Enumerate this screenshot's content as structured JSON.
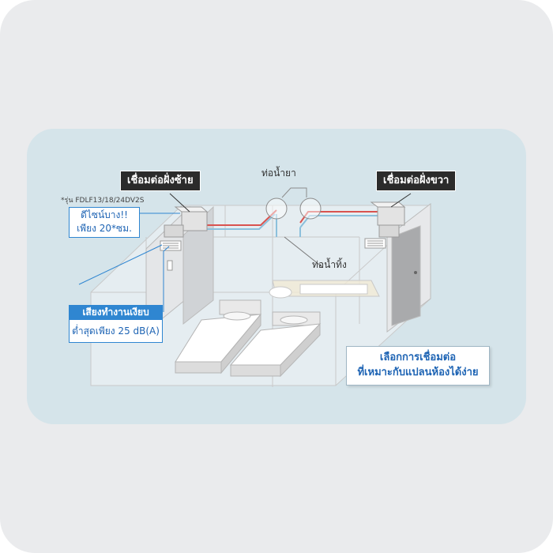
{
  "labels": {
    "connect_left": "เชื่อมต่อฝั่งซ้าย",
    "connect_right": "เชื่อมต่อฝั่งขวา",
    "refrigerant_pipe": "ท่อน้ำยา",
    "drain_pipe": "ท่อน้ำทิ้ง",
    "model_note": "*รุ่น FDLF13/18/24DV2S"
  },
  "thin_design": {
    "line1": "ดีไซน์บาง!!",
    "line2": "เพียง 20*ซม."
  },
  "quiet": {
    "header": "เสียงทำงานเงียบ",
    "value": "ต่ำสุดเพียง 25 dB(A)"
  },
  "callout": {
    "line1": "เลือกการเชื่อมต่อ",
    "line2": "ที่เหมาะกับแปลนห้องได้ง่าย"
  },
  "colors": {
    "outer_bg": "#eaebed",
    "panel_bg": "#d5e4ea",
    "accent_blue": "#2f86d1",
    "dark_label": "#2b2b2b",
    "refrigerant_red": "#d9534f",
    "pipe_blue": "#8cc0dc"
  },
  "icons": {
    "units": "ceiling-ducted-ac-unit",
    "beds": "twin-bed"
  }
}
